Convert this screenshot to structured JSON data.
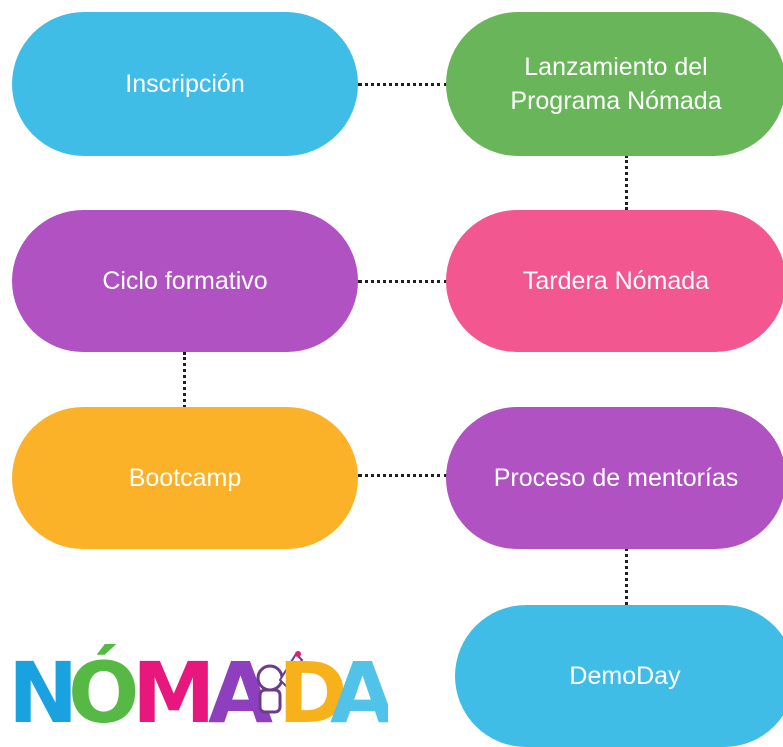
{
  "nodes": {
    "inscripcion": {
      "label": "Inscripción",
      "color": "#3fbde6"
    },
    "lanzamiento": {
      "line1": "Lanzamiento del",
      "line2": "Programa Nómada",
      "color": "#69b55a"
    },
    "ciclo": {
      "label": "Ciclo formativo",
      "color": "#b052c2"
    },
    "tardera": {
      "label": "Tardera Nómada",
      "color": "#f2578f"
    },
    "bootcamp": {
      "label": "Bootcamp",
      "color": "#fbb229"
    },
    "mentorias": {
      "label": "Proceso de mentorías",
      "color": "#b052c2"
    },
    "demoday": {
      "label": "DemoDay",
      "color": "#3fbde6"
    }
  },
  "connector_color": "#1f1f1f",
  "logo": {
    "text": "NÓMADA",
    "letter_colors": [
      "#1aa2e0",
      "#55b944",
      "#e8177d",
      "#8d3fbd",
      "#f7b21b",
      "#52c3e8"
    ],
    "icon": "astronaut-icon"
  }
}
